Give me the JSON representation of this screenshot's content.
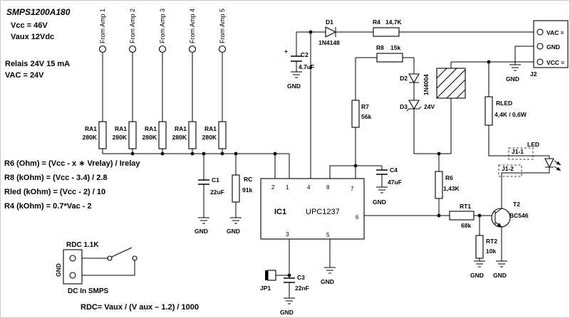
{
  "header": {
    "model": "SMPS1200A180",
    "vcc": "Vcc = 46V",
    "vaux": "Vaux 12Vdc",
    "relais": "Relais  24V 15 mA",
    "vac": "VAC = 24V"
  },
  "formulas": {
    "r6": "R6 (Ohm) = (Vcc - x ∗ Vrelay) / Irelay",
    "r8": "R8 (kOhm) = (Vcc - 3.4) / 2.8",
    "rled": "Rled (kOhm) = (Vcc - 2) / 10",
    "r4": "R4 (kOhm) = 0.7*Vac - 2",
    "rdc": "RDC= Vaux / (V aux – 1.2) / 1000"
  },
  "amps": {
    "labels": [
      "From Amp 1",
      "From Amp 2",
      "From Amp 3",
      "From Amp 4",
      "From Amp 5"
    ],
    "res_ref": "RA1",
    "res_val": "280K"
  },
  "parts": {
    "c1": {
      "ref": "C1",
      "val": "22uF"
    },
    "rc": {
      "ref": "RC",
      "val": "91k"
    },
    "c2": {
      "ref": "C2",
      "val": "4.7uF",
      "polarity": "+"
    },
    "c3": {
      "ref": "C3",
      "val": "22nF"
    },
    "c4": {
      "ref": "C4",
      "val": "47uF"
    },
    "d1": {
      "ref": "D1",
      "val": "1N4148"
    },
    "d2": {
      "ref": "D2",
      "val": "1N4004"
    },
    "d3": {
      "ref": "D3",
      "val": "24V"
    },
    "r4": {
      "ref": "R4",
      "val": "14,7K"
    },
    "r6": {
      "ref": "R6",
      "val": "1,43K"
    },
    "r7": {
      "ref": "R7",
      "val": "56k"
    },
    "r8": {
      "ref": "R8",
      "val": "15k"
    },
    "rled": {
      "ref": "RLED",
      "val": "4,4K / 0,6W"
    },
    "rt1": {
      "ref": "RT1",
      "val": "68k"
    },
    "rt2": {
      "ref": "RT2",
      "val": "10k"
    },
    "t2": {
      "ref": "T2",
      "val": "BC546"
    },
    "ic1": {
      "ref": "IC1",
      "val": "UPC1237",
      "pins": {
        "p1": "1",
        "p2": "2",
        "p3": "3",
        "p4": "4",
        "p5": "5",
        "p6": "6",
        "p7": "7",
        "p8": "8"
      }
    },
    "led": {
      "ref": "LED"
    },
    "jp1": {
      "ref": "JP1"
    },
    "j1": {
      "pin1": "J1-1",
      "pin2": "J1-2"
    },
    "j2": {
      "ref": "J2",
      "vac": "VAC =",
      "gnd": "GND",
      "vcc": "VCC ="
    },
    "rdc": {
      "label": "RDC 1.1K",
      "dc_in": "DC In SMPS"
    }
  },
  "labels": {
    "gnd": "GND"
  }
}
